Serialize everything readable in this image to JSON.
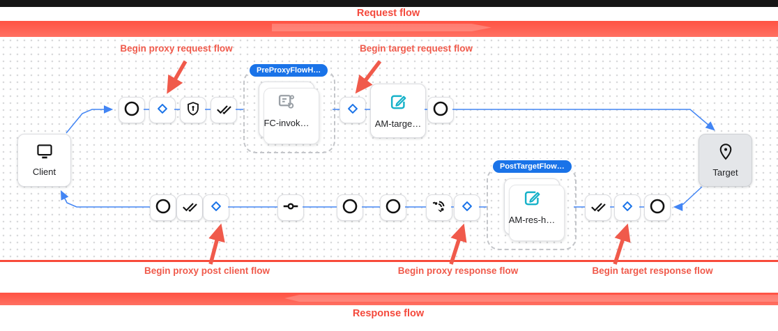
{
  "title_bars": {
    "request_flow": "Request flow",
    "response_flow": "Response flow"
  },
  "annotations": {
    "proxy_request": "Begin proxy request flow",
    "target_request": "Begin target request flow",
    "proxy_post_client": "Begin proxy post client flow",
    "proxy_response": "Begin proxy response flow",
    "target_response": "Begin target response flow"
  },
  "endpoints": {
    "client": "Client",
    "target": "Target"
  },
  "flow_hooks": {
    "pre_proxy": {
      "badge": "PreProxyFlowH…",
      "policy": "FC-invok…"
    },
    "post_target": {
      "badge": "PostTargetFlow…",
      "policy": "AM-res-h…"
    }
  },
  "policies": {
    "am_target": "AM-targe…"
  },
  "colors": {
    "annotation_red": "#f05a4b",
    "bar_red": "#ff5a4a",
    "badge_blue": "#1a73e8",
    "connector_blue": "#4285f4",
    "edit_teal": "#17b2c9",
    "icon_gray": "#9aa0a6"
  }
}
